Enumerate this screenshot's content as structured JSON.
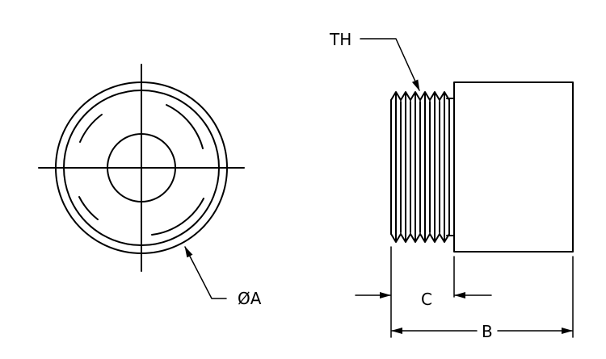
{
  "labels": {
    "thread": "TH",
    "diameter": "ØA",
    "c_dim": "C",
    "b_dim": "B"
  }
}
